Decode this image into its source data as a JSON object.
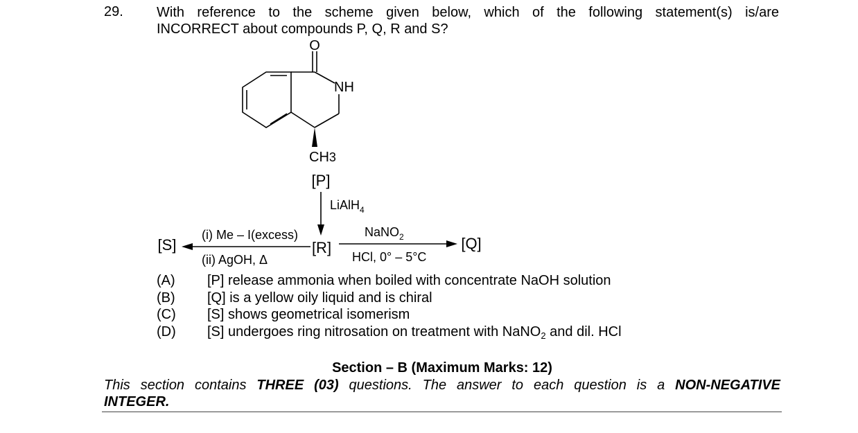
{
  "question": {
    "number": "29.",
    "line1": "With reference to the scheme given below, which of the following statement(s) is/are",
    "line2_prefix": "INCORRECT about compounds P, Q, R and S?"
  },
  "scheme": {
    "atom_O": "O",
    "atom_NH": "NH",
    "atom_CH": "CH",
    "atom_3": "3",
    "label_P": "[P]",
    "label_R": "[R]",
    "label_Q": "[Q]",
    "label_S": "[S]",
    "reagent_LiAlH": "LiAlH",
    "reagent_LiAlH_sub": "4",
    "reagent_NaNO": "NaNO",
    "reagent_NaNO_sub": "2",
    "reagent_HCl": "HCl, 0° – 5°C",
    "reagent_MeI": "(i) Me – I(excess)",
    "reagent_AgOH": "(ii) AgOH, Δ"
  },
  "options": [
    {
      "label": "(A)",
      "text": "[P] release ammonia when boiled with concentrate NaOH solution"
    },
    {
      "label": "(B)",
      "text": "[Q] is a yellow oily liquid and is chiral"
    },
    {
      "label": "(C)",
      "text": "[S] shows geometrical isomerism"
    },
    {
      "label": "(D)",
      "text_a": "[S] undergoes ring nitrosation on treatment with NaNO",
      "text_sub": "2",
      "text_b": " and dil. HCl"
    }
  ],
  "section": {
    "title": "Section – B (Maximum Marks: 12)",
    "intro_a": "This section contains ",
    "intro_b": "THREE (03)",
    "intro_c": " questions. The answer to each question is a ",
    "intro_d": "NON-NEGATIVE",
    "intro_e": "INTEGER."
  }
}
